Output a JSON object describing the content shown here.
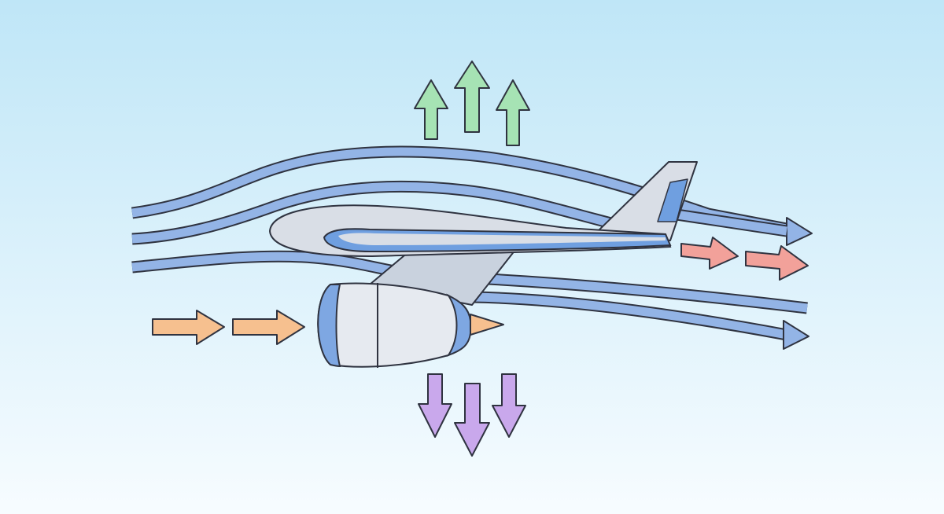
{
  "diagram": {
    "subject": "airplane-forces",
    "colors": {
      "sky_top": "#bfe6f7",
      "sky_bottom": "#f7fcff",
      "airflow": "#93b4e6",
      "outline": "#2f3340",
      "fuselage": "#d9dee6",
      "fuselage_stripe": "#6f9fe0",
      "wing": "#c9d2de",
      "engine": "#e6eaf0",
      "engine_band": "#7ea7e2",
      "nozzle_cone": "#f6c08f",
      "lift": "#a6e3b4",
      "weight": "#c9a8ec",
      "thrust": "#f2a19a",
      "intake": "#f6c08f"
    },
    "arrows": [
      {
        "role": "lift",
        "count": 3,
        "direction": "up"
      },
      {
        "role": "weight",
        "count": 3,
        "direction": "down"
      },
      {
        "role": "thrust",
        "count": 2,
        "direction": "right"
      },
      {
        "role": "intake-air",
        "count": 2,
        "direction": "right"
      },
      {
        "role": "airflow-streamline",
        "count": 5,
        "direction": "right"
      }
    ]
  }
}
